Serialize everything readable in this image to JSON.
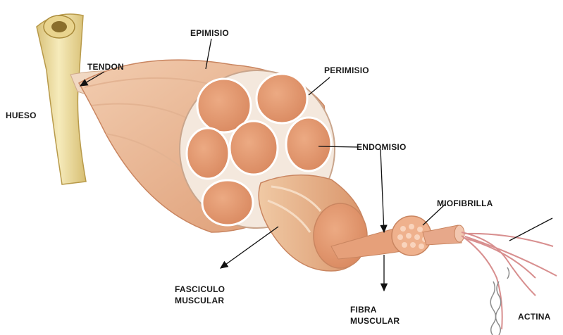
{
  "labels": {
    "epimisio": "EPIMISIO",
    "tendon": "TENDON",
    "perimisio": "PERIMISIO",
    "hueso": "HUESO",
    "endomisio": "ENDOMISIO",
    "miofibrilla": "MIOFIBRILLA",
    "fasciculo_line1": "FASCICULO",
    "fasciculo_line2": "MUSCULAR",
    "fibra_line1": "FIBRA",
    "fibra_line2": "MUSCULAR",
    "actina": "ACTINA"
  },
  "colors": {
    "bone": "#f2e3a8",
    "muscle": "#eab08a",
    "fascicle": "#e79a72",
    "connective": "#f3e7dc",
    "fiber_dot": "#f7c9ad",
    "actin": "#d98b8b"
  }
}
